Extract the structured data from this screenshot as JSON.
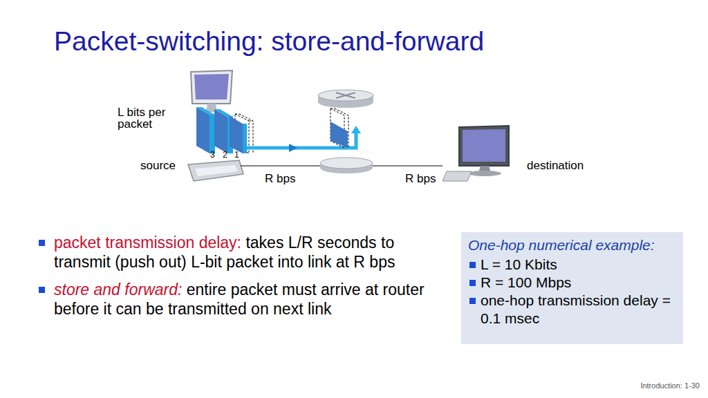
{
  "diagram": {
    "title": "Packet-switching: store-and-forward",
    "nodes": [
      {
        "text": [
          "One-hop numerical example:",
          "L = 10 Kbits",
          "R = 100 Mbps",
          "one-hop transmission delay = 0.1 msec"
        ]
      }
    ],
    "labels": [
      "L bits per packet",
      "3",
      "2",
      "1",
      "source",
      "R bps",
      "R bps",
      "destination",
      "packet transmission delay:",
      "takes L/R seconds to transmit (push out) L-bit packet into link at R bps",
      "store and forward:",
      "entire packet must arrive at router before it can be transmitted on next link",
      "Introduction: 1-30"
    ]
  }
}
